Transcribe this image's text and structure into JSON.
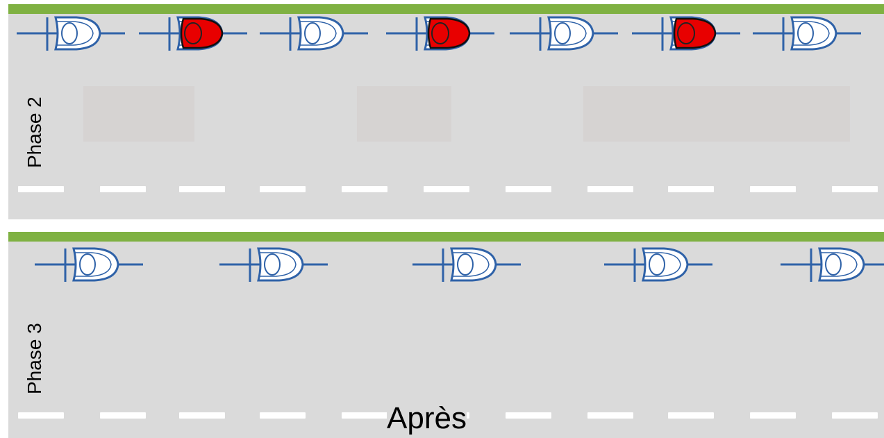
{
  "colors": {
    "grass": "#7fb142",
    "road": "#dadada",
    "lane_marking": "#ffffff",
    "vehicle_outline": "#2f62a8",
    "highlight": "#e80000"
  },
  "panels": [
    {
      "label": "Phase 2",
      "vehicles": [
        {
          "icon": "logic-gate-icon",
          "highlighted": false
        },
        {
          "icon": "logic-gate-icon",
          "highlighted": true
        },
        {
          "icon": "logic-gate-icon",
          "highlighted": false
        },
        {
          "icon": "logic-gate-icon",
          "highlighted": true
        },
        {
          "icon": "logic-gate-icon",
          "highlighted": false
        },
        {
          "icon": "logic-gate-icon",
          "highlighted": true
        },
        {
          "icon": "logic-gate-icon",
          "highlighted": false
        }
      ]
    },
    {
      "label": "Phase 3",
      "vehicles": [
        {
          "icon": "logic-gate-icon",
          "highlighted": false
        },
        {
          "icon": "logic-gate-icon",
          "highlighted": false
        },
        {
          "icon": "logic-gate-icon",
          "highlighted": false
        },
        {
          "icon": "logic-gate-icon",
          "highlighted": false
        },
        {
          "icon": "logic-gate-icon",
          "highlighted": false
        }
      ]
    }
  ],
  "caption": "Après"
}
